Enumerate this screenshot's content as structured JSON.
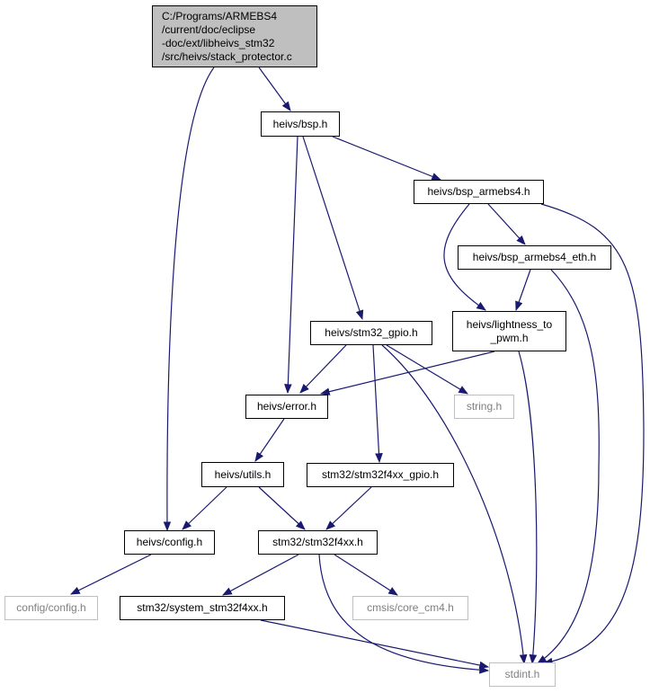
{
  "colors": {
    "edge": "#191970",
    "root_fill": "#bfbfbf",
    "node_border": "#000000",
    "external_border": "#bfbfbf",
    "external_text": "#7f7f7f"
  },
  "nodes": {
    "root": [
      "C:/Programs/ARMEBS4",
      "/current/doc/eclipse",
      "-doc/ext/libheivs_stm32",
      "/src/heivs/stack_protector.c"
    ],
    "bsp": [
      "heivs/bsp.h"
    ],
    "bsp_armebs4": [
      "heivs/bsp_armebs4.h"
    ],
    "bsp_armebs4_eth": [
      "heivs/bsp_armebs4_eth.h"
    ],
    "lightness_to_pwm": [
      "heivs/lightness_to",
      "_pwm.h"
    ],
    "stm32_gpio": [
      "heivs/stm32_gpio.h"
    ],
    "error": [
      "heivs/error.h"
    ],
    "string": [
      "string.h"
    ],
    "utils": [
      "heivs/utils.h"
    ],
    "stm32f4xx_gpio": [
      "stm32/stm32f4xx_gpio.h"
    ],
    "config": [
      "heivs/config.h"
    ],
    "stm32f4xx": [
      "stm32/stm32f4xx.h"
    ],
    "config_config": [
      "config/config.h"
    ],
    "system_stm32f4xx": [
      "stm32/system_stm32f4xx.h"
    ],
    "core_cm4": [
      "cmsis/core_cm4.h"
    ],
    "stdint": [
      "stdint.h"
    ]
  }
}
